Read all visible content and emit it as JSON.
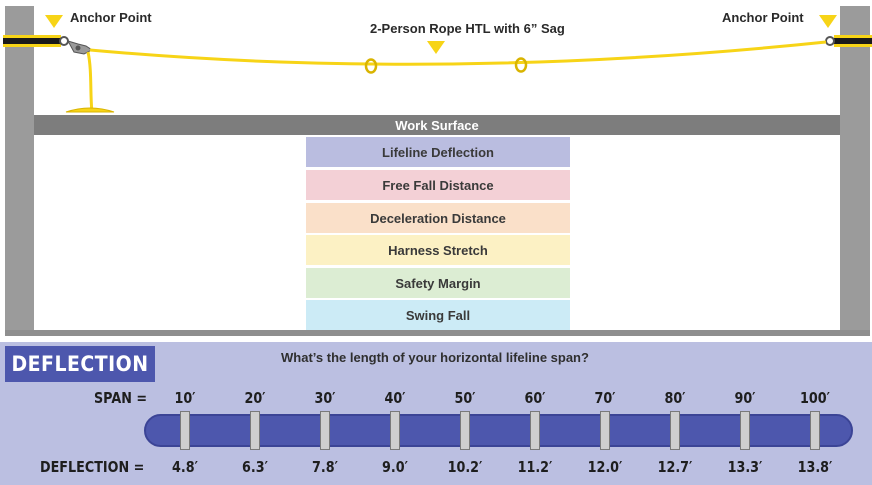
{
  "top": {
    "anchor_left_label": "Anchor Point",
    "anchor_right_label": "Anchor Point",
    "rope_label": "2-Person Rope HTL with 6” Sag",
    "work_surface_label": "Work Surface"
  },
  "stack": [
    {
      "label": "Lifeline Deflection",
      "color": "#babde0"
    },
    {
      "label": "Free Fall Distance",
      "color": "#f3d0d6"
    },
    {
      "label": "Deceleration Distance",
      "color": "#fae0c9"
    },
    {
      "label": "Harness Stretch",
      "color": "#fcf1c4"
    },
    {
      "label": "Safety Margin",
      "color": "#dcedd3"
    },
    {
      "label": "Swing Fall",
      "color": "#ccebf6"
    }
  ],
  "deflection": {
    "tab_label": "DEFLECTION",
    "question": "What’s the length of your horizontal lifeline span?",
    "span_label": "SPAN =",
    "deflection_label": "DEFLECTION =",
    "spans": [
      "10′",
      "20′",
      "30′",
      "40′",
      "50′",
      "60′",
      "70′",
      "80′",
      "90′",
      "100′"
    ],
    "deflections": [
      "4.8′",
      "6.3′",
      "7.8′",
      "9.0′",
      "10.2′",
      "11.2′",
      "12.0′",
      "12.7′",
      "13.3′",
      "13.8′"
    ]
  },
  "colors": {
    "rope": "#f7d417",
    "accent_blue": "#4d57ad",
    "panel_bg": "#bbbfe1",
    "pillar": "#9b9b9b"
  }
}
